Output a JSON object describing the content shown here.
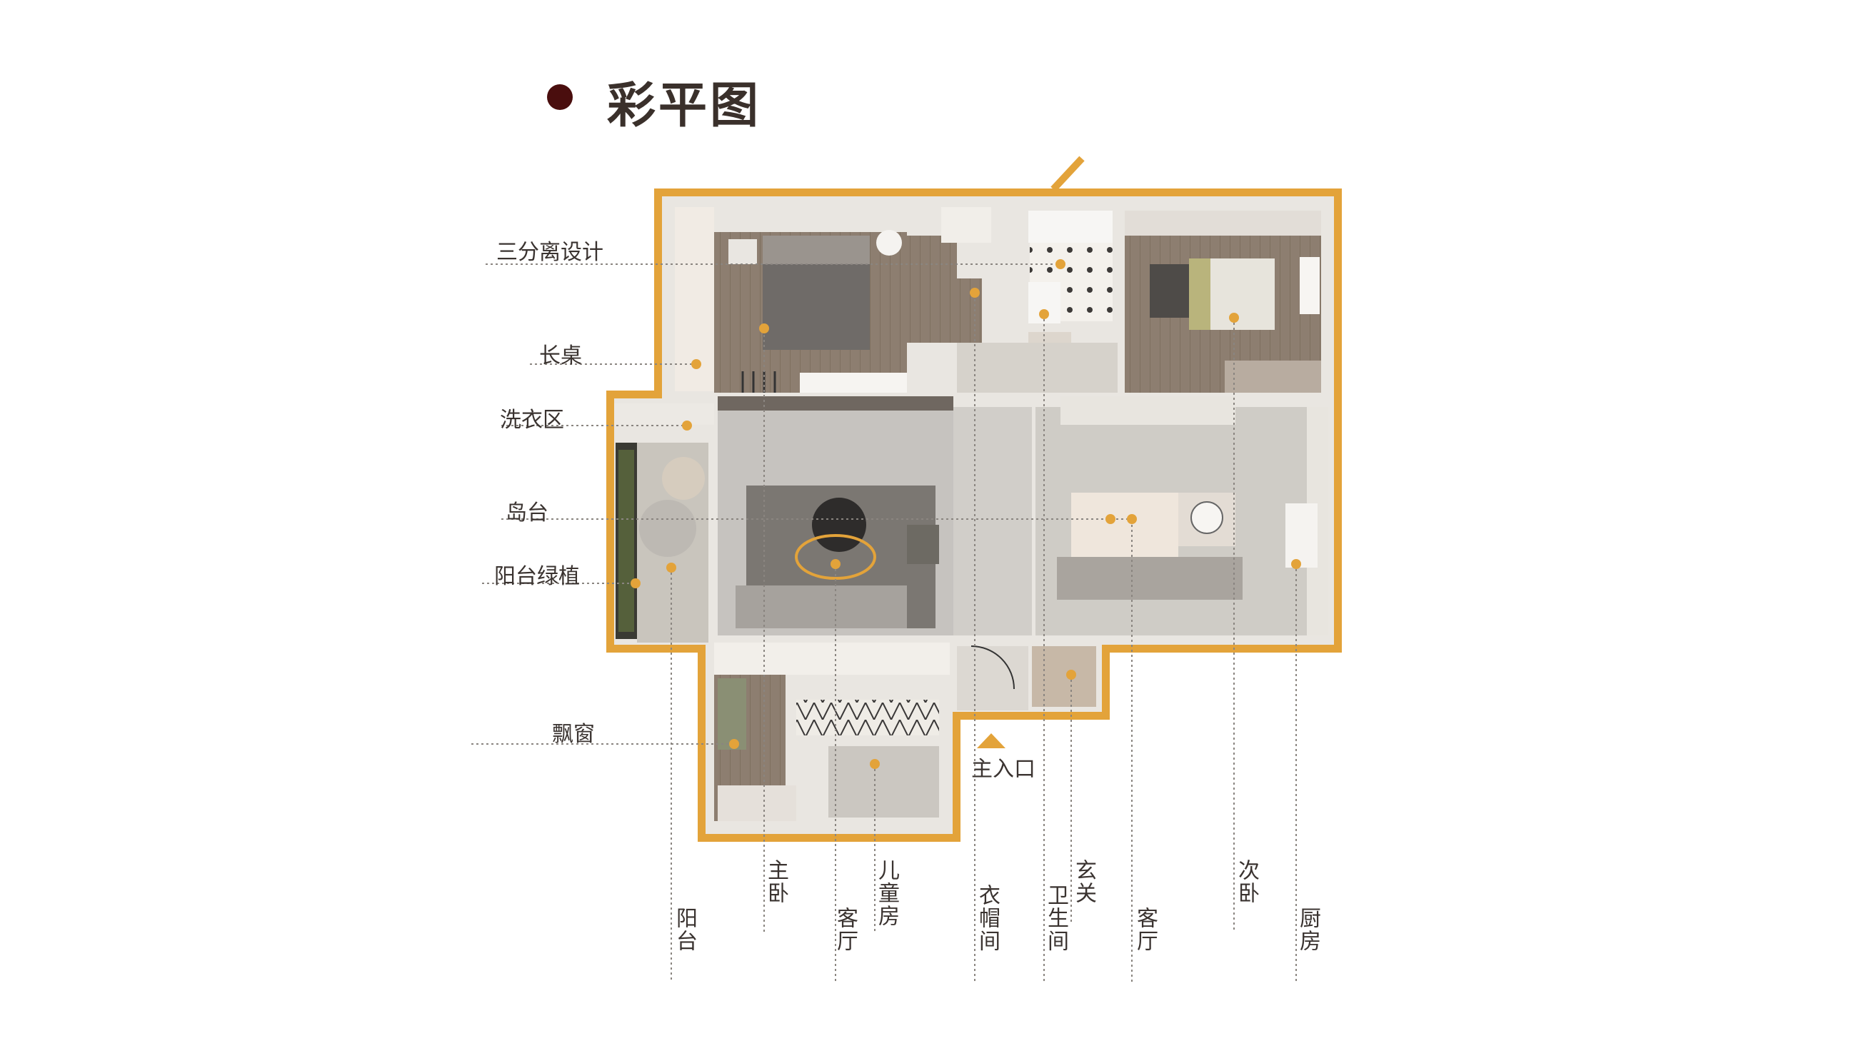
{
  "title": "彩平图",
  "colors": {
    "accent_dot": "#4a0e0e",
    "outline": "#e3a33a",
    "marker": "#e3a33a",
    "leader": "#8a8580"
  },
  "left_labels": {
    "separation": "三分离设计",
    "long_table": "长桌",
    "laundry": "洗衣区",
    "island": "岛台",
    "balcony_plants": "阳台绿植",
    "bay_window": "飘窗"
  },
  "bottom_labels": {
    "balcony": "阳台",
    "master_bedroom": "主卧",
    "living_room_1": "客厅",
    "kids_room": "儿童房",
    "cloakroom": "衣帽间",
    "bathroom": "卫生间",
    "foyer": "玄关",
    "living_room_2": "客厅",
    "second_bedroom": "次卧",
    "kitchen": "厨房"
  },
  "entrance": {
    "label": "主入口",
    "icon": "triangle-up-icon"
  }
}
